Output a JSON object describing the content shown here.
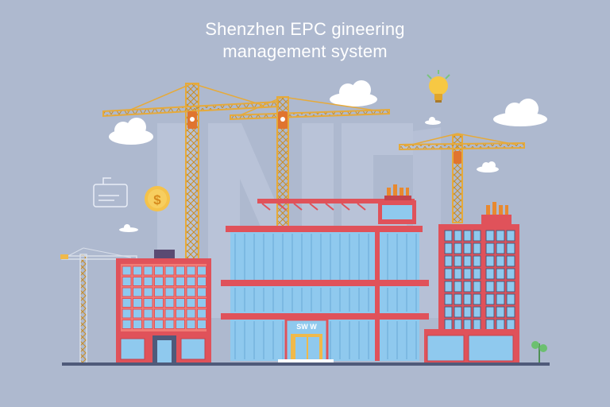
{
  "header": {
    "title_line1": "Shenzhen EPC gineering",
    "title_line2": "management system"
  },
  "signage": {
    "entrance_sign": "SW W"
  },
  "palette": {
    "background": "#aeb9cf",
    "building_red": "#e0525a",
    "glass_blue": "#8fc9ee",
    "crane_yellow": "#f0b94a",
    "ground": "#4f5a7a"
  },
  "icons": [
    "cloud-icon",
    "lightbulb-icon",
    "dollar-coin-icon",
    "chat-bubble-icon",
    "plant-icon"
  ]
}
